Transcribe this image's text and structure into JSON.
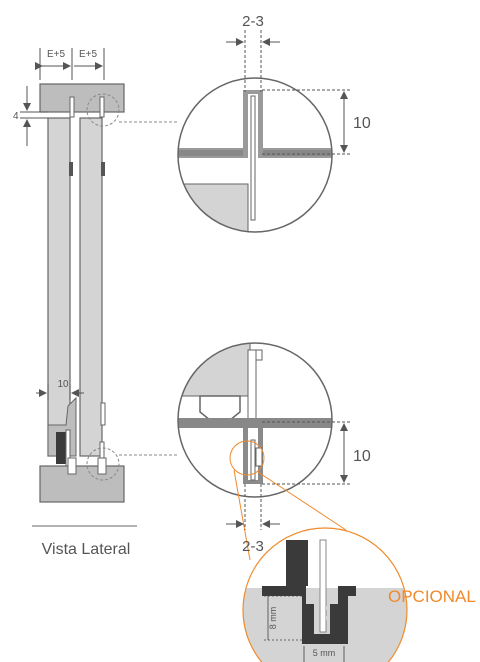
{
  "labels": {
    "gap_left": "E+5",
    "gap_right": "E+5",
    "offset_top": "4",
    "width_bottom": "10",
    "caption": "Vista Lateral",
    "gap_top_detail": "2-3",
    "depth_top_detail": "10",
    "depth_bottom_detail": "10",
    "gap_bottom_detail": "2-3",
    "optional": "OPCIONAL",
    "profile_height": "8 mm",
    "profile_width": "5 mm"
  },
  "colors": {
    "panel": "#d4d4d4",
    "rail": "#bdbdbd",
    "outline": "#666666",
    "dark": "#3a3a3a",
    "accent": "#f08a2c"
  }
}
